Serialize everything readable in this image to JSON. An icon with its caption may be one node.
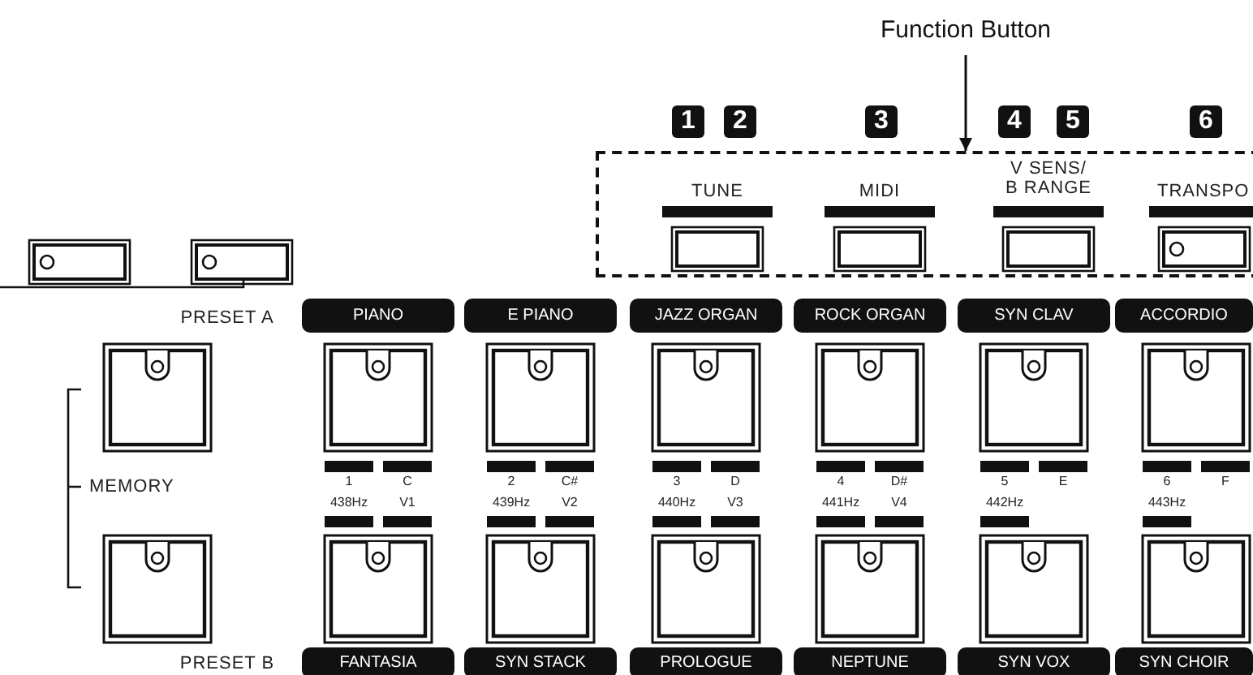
{
  "diagram": {
    "nodes": [
      {
        "text": [
          "Function Button"
        ]
      },
      {
        "text": [
          "1"
        ]
      },
      {
        "text": [
          "2"
        ]
      },
      {
        "text": [
          "3"
        ]
      },
      {
        "text": [
          "4"
        ]
      },
      {
        "text": [
          "5"
        ]
      },
      {
        "text": [
          "6"
        ]
      },
      {
        "text": [],
        "shape": "box"
      },
      {
        "text": [
          "PIANO"
        ]
      },
      {
        "text": [
          "E PIANO"
        ]
      },
      {
        "text": [
          "JAZZ ORGAN"
        ]
      },
      {
        "text": [
          "ROCK ORGAN"
        ]
      },
      {
        "text": [
          "SYN CLAV"
        ]
      },
      {
        "text": [
          "ACCORDIO"
        ]
      },
      {
        "text": [
          "FANTASIA"
        ]
      },
      {
        "text": [
          "SYN STACK"
        ]
      },
      {
        "text": [
          "PROLOGUE"
        ]
      },
      {
        "text": [
          "NEPTUNE"
        ]
      },
      {
        "text": [
          "SYN VOX"
        ]
      },
      {
        "text": [
          "SYN CHOIR"
        ]
      }
    ],
    "edges": [
      {
        "from": 0,
        "to": 7,
        "arrow": "to"
      }
    ],
    "labels": [
      "TUNE",
      "MIDI",
      "V SENS/ B RANGE",
      "TRANSPO",
      "PRESET A",
      "MEMORY",
      "1",
      "C",
      "2",
      "C#",
      "3",
      "D",
      "4",
      "D#",
      "5",
      "E",
      "6",
      "F",
      "438Hz",
      "V1",
      "439Hz",
      "V2",
      "440Hz",
      "V3",
      "441Hz",
      "V4",
      "442Hz",
      "443Hz",
      "PRESET B"
    ]
  }
}
